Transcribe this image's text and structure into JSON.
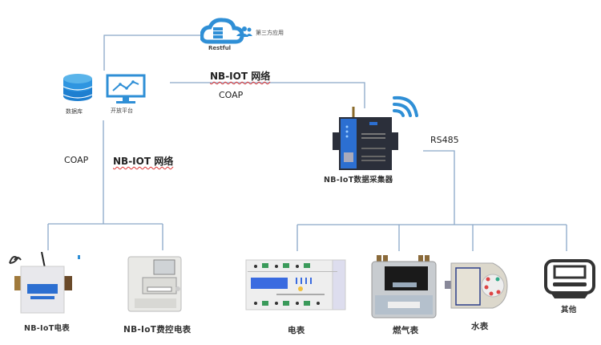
{
  "diagram": {
    "nodes": {
      "cloud": {
        "caption": "Restful",
        "side_label": "第三方应用"
      },
      "database": {
        "caption": "数据库"
      },
      "platform": {
        "caption": "开放平台"
      },
      "collector": {
        "caption": "NB-IoT数据采集器"
      },
      "nb_meter": {
        "caption": "NB-IoT电表"
      },
      "nb_prepaid_meter": {
        "caption": "NB-IoT费控电表"
      },
      "electric_meter": {
        "caption": "电表"
      },
      "gas_meter": {
        "caption": "燃气表"
      },
      "water_meter": {
        "caption": "水表"
      },
      "other": {
        "caption": "其他"
      }
    },
    "edge_labels": {
      "top_network": "NB-IOT 网络",
      "top_protocol": "COAP",
      "left_protocol": "COAP",
      "left_network": "NB-IOT 网络",
      "rs485": "RS485"
    },
    "colors": {
      "line": "#8aa8c8",
      "icon_blue": "#2f8fd6",
      "icon_light": "#5ab4ea",
      "device_dark": "#2b2f3a",
      "device_blue": "#2c6fd1"
    }
  }
}
